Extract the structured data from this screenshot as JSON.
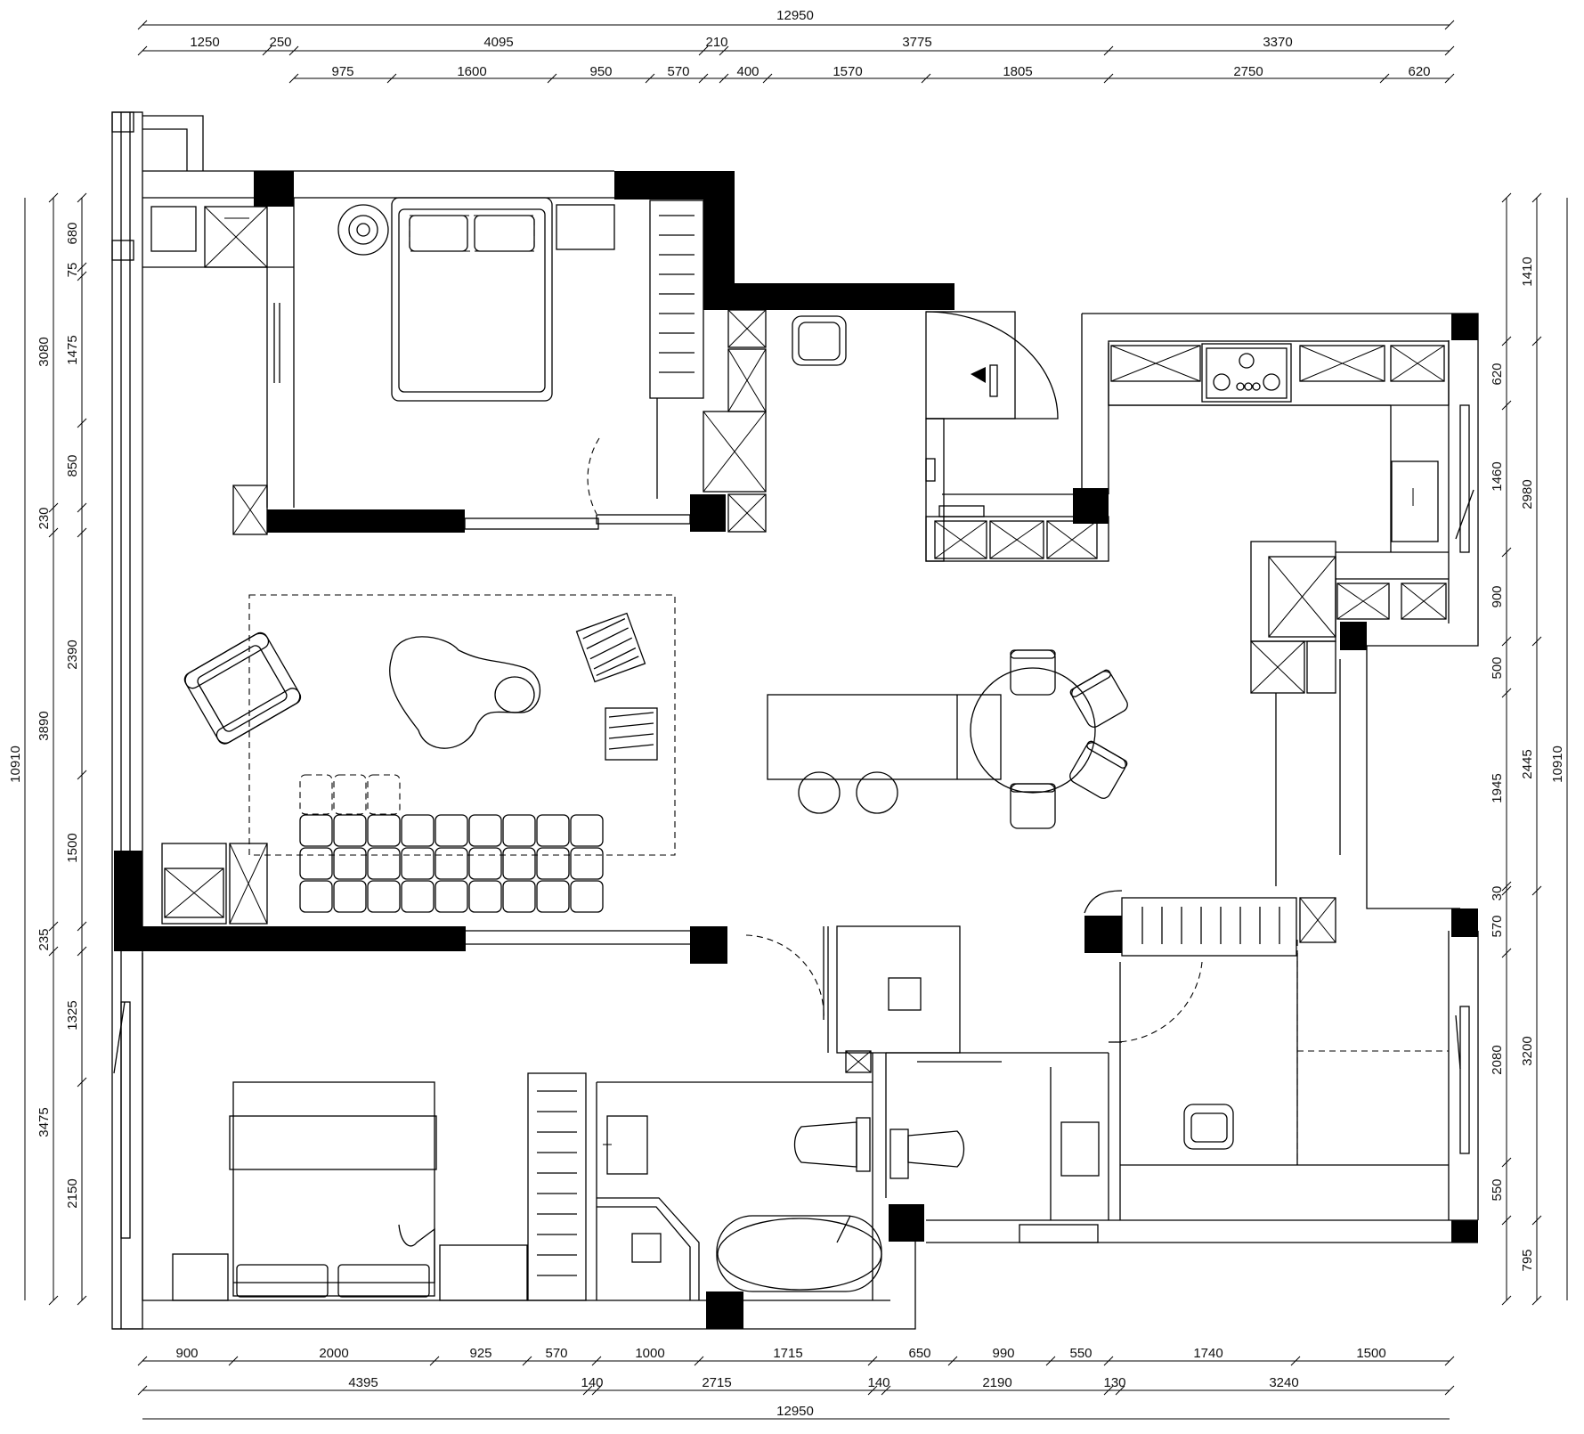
{
  "dimensions": {
    "top_total": "12950",
    "top_row1": [
      "1250",
      "250",
      "4095",
      "210",
      "3775",
      "3370"
    ],
    "top_row2": [
      "975",
      "1600",
      "950",
      "570",
      "400",
      "1570",
      "1805",
      "2750",
      "620"
    ],
    "bottom_row1": [
      "900",
      "2000",
      "925",
      "570",
      "1000",
      "1715",
      "650",
      "990",
      "550",
      "1740",
      "1500"
    ],
    "bottom_row2": [
      "4395",
      "140",
      "2715",
      "140",
      "2190",
      "130",
      "3240"
    ],
    "bottom_total": "12950",
    "left_total": "10910",
    "left_row1": [
      "3080",
      "230",
      "3890",
      "235",
      "3475"
    ],
    "left_row2": [
      "680",
      "75",
      "1475",
      "850",
      "2390",
      "1500",
      "1325",
      "2150"
    ],
    "right_total": "10910",
    "right_row1": [
      "1410",
      "2980",
      "2445",
      "3200",
      "795"
    ],
    "right_row2": [
      "620",
      "1460",
      "900",
      "500",
      "1945",
      "30",
      "570",
      "2080",
      "550"
    ]
  }
}
